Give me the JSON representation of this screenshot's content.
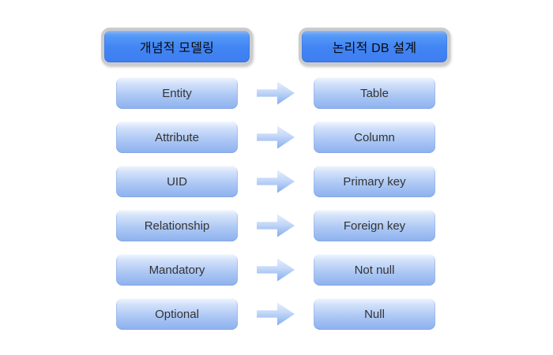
{
  "diagram": {
    "headers": {
      "left": "개념적 모델링",
      "right": "논리적 DB 설계"
    },
    "rows": [
      {
        "left": "Entity",
        "right": "Table"
      },
      {
        "left": "Attribute",
        "right": "Column"
      },
      {
        "left": "UID",
        "right": "Primary key"
      },
      {
        "left": "Relationship",
        "right": "Foreign key"
      },
      {
        "left": "Mandatory",
        "right": "Not null"
      },
      {
        "left": "Optional",
        "right": "Null"
      }
    ],
    "icons": {
      "arrow": "right-arrow-icon"
    },
    "colors": {
      "header_fill": "#4285f4",
      "header_border": "#cbcbcb",
      "row_fill_top": "#f1f6fe",
      "row_fill_bottom": "#8db1ee",
      "arrow_top": "#e7effc",
      "arrow_bottom": "#7fa9ee",
      "header_text": "#0a0a0a",
      "row_text": "#333333",
      "background": "#ffffff"
    }
  }
}
